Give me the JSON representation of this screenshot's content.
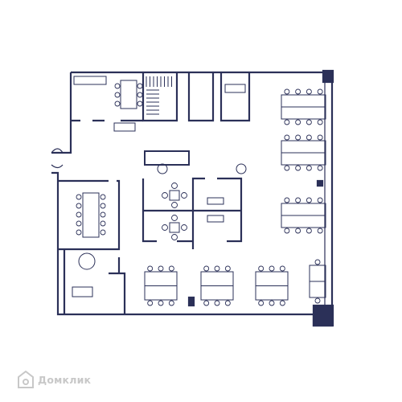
{
  "plan": {
    "ink": "#2b3058",
    "wall_color": "#2b3058",
    "fill_color": "#ffffff",
    "workstation_blocks": 7,
    "meeting_rooms": 2,
    "stair_count": 1
  },
  "watermark": {
    "text": "Домклик",
    "icon": "house-logo-icon",
    "color": "#c8c8c8"
  }
}
